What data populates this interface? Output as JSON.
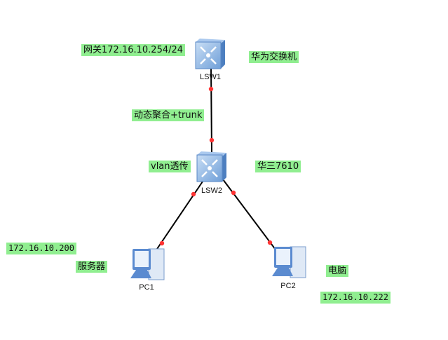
{
  "devices": [
    {
      "name": "LSW1",
      "type": "switch"
    },
    {
      "name": "LSW2",
      "type": "switch"
    },
    {
      "name": "PC1",
      "type": "pc"
    },
    {
      "name": "PC2",
      "type": "pc"
    }
  ],
  "labels": {
    "gateway": "网关172.16.10.254/24",
    "huawei_switch": "华为交换机",
    "link_aggregation": "动态聚合+trunk",
    "vlan_passthrough": "vlan透传",
    "h3c_model": "华三7610",
    "pc1_ip": "172.16.10.200",
    "server": "服务器",
    "computer": "电脑",
    "pc2_ip": "172.16.10.222"
  },
  "colors": {
    "label_bg": "#90ee90",
    "port_dot": "#ff3333",
    "link": "#000000"
  }
}
